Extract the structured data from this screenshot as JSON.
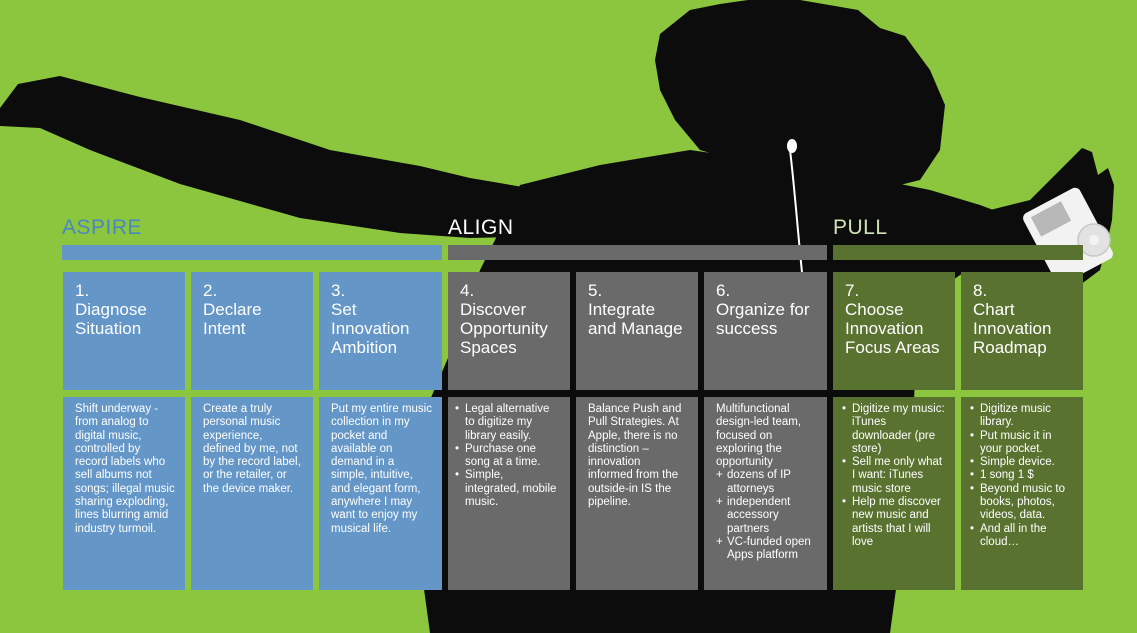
{
  "colors": {
    "background": "#8cc63f",
    "silhouette": "#0c0c0c",
    "aspire": "#6497c8",
    "align": "#6a6a6a",
    "pull": "#5a7230",
    "aspire_text": "#4a86c4",
    "align_text": "#ffffff",
    "pull_text": "#cfe3b8"
  },
  "phases": [
    {
      "id": "aspire",
      "title": "ASPIRE"
    },
    {
      "id": "align",
      "title": "ALIGN"
    },
    {
      "id": "pull",
      "title": "PULL"
    }
  ],
  "steps": [
    {
      "phase": "aspire",
      "number": "1.",
      "title": "Diagnose Situation",
      "detail": "Shift underway - from analog to digital music, controlled by record labels who sell albums not songs; illegal music sharing exploding, lines blurring amid industry turmoil."
    },
    {
      "phase": "aspire",
      "number": "2.",
      "title": "Declare Intent",
      "detail": "Create a truly personal music experience, defined by me, not by the record label, or the retailer, or the device maker."
    },
    {
      "phase": "aspire",
      "number": "3.",
      "title": "Set Innovation Ambition",
      "detail": "Put my entire music collection in my pocket and available on demand in a simple, intuitive, and elegant form, anywhere I may want to enjoy my musical life."
    },
    {
      "phase": "align",
      "number": "4.",
      "title": "Discover Opportunity Spaces",
      "bullet_mark": "•",
      "bullets": [
        {
          "text": "Legal alternative to digitize my library easily."
        },
        {
          "text": "Purchase one song at a time."
        },
        {
          "text": "Simple, integrated, mobile music."
        }
      ]
    },
    {
      "phase": "align",
      "number": "5.",
      "title": "Integrate and Manage",
      "detail": "Balance Push and Pull Strategies. At Apple, there is no distinction – innovation informed from the outside-in IS the pipeline."
    },
    {
      "phase": "align",
      "number": "6.",
      "title": "Organize for success",
      "detail": "Multifunctional design-led team, focused on exploring the opportunity",
      "plus_mark": "+",
      "plus_items": [
        {
          "text": "dozens of IP attorneys"
        },
        {
          "text": "independent accessory partners"
        },
        {
          "text": "VC-funded open Apps platform"
        }
      ]
    },
    {
      "phase": "pull",
      "number": "7.",
      "title": "Choose Innovation Focus Areas",
      "bullet_mark": "•",
      "bullets": [
        {
          "text": "Digitize my music: iTunes downloader (pre store)"
        },
        {
          "text": "Sell me only what I want: iTunes music store"
        },
        {
          "text": "Help me discover new music and artists that I will love"
        }
      ]
    },
    {
      "phase": "pull",
      "number": "8.",
      "title": "Chart Innovation Roadmap",
      "bullet_mark": "•",
      "bullets": [
        {
          "text": "Digitize music library."
        },
        {
          "text": "Put music it in your pocket."
        },
        {
          "text": "Simple device."
        },
        {
          "text": "1 song 1 $"
        },
        {
          "text": "Beyond music to books, photos, videos, data."
        },
        {
          "text": "And all in the cloud…"
        }
      ]
    }
  ]
}
